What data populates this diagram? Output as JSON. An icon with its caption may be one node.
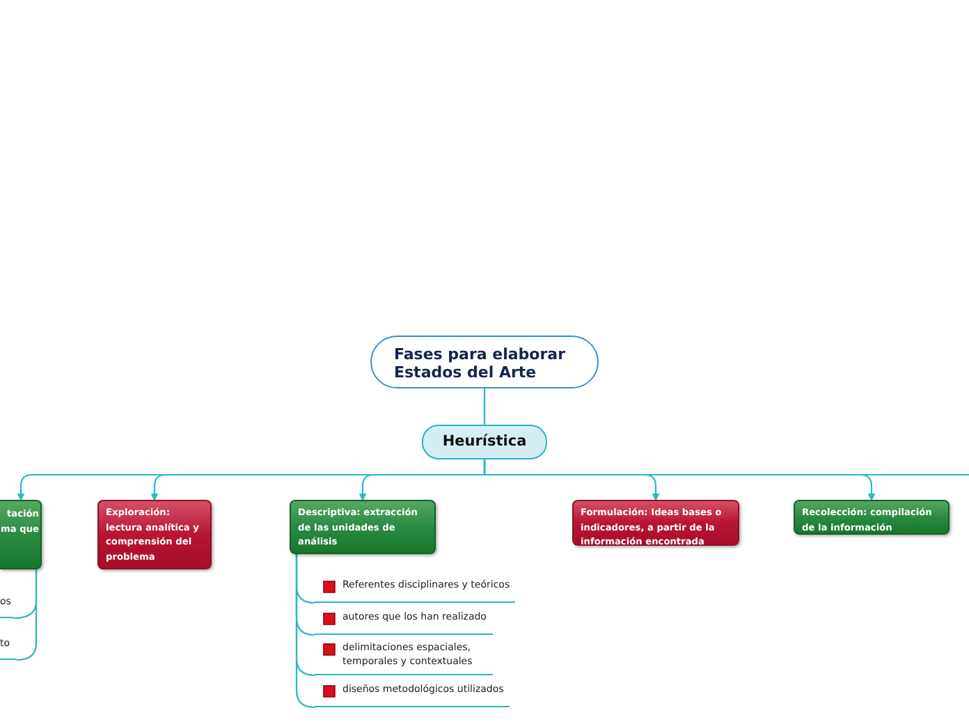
{
  "diagram": {
    "nodes": [
      {
        "text": [
          "Fases para elaborar Estados del Arte"
        ]
      },
      {
        "text": [
          "Heurística"
        ]
      },
      {
        "text": [
          "tación ma que"
        ]
      },
      {
        "text": [
          "Exploración: lectura analítica y comprensión del problema"
        ]
      },
      {
        "text": [
          "Descriptiva: extracción de las unidades de análisis"
        ]
      },
      {
        "text": [
          "Formulación: Ideas bases o indicadores, a partir de la información encontrada"
        ]
      },
      {
        "text": [
          "Recolección: compilación de la información"
        ]
      },
      {
        "text": [
          "Referentes disciplinares y teóricos"
        ]
      },
      {
        "text": [
          "autores que los han realizado"
        ]
      },
      {
        "text": [
          "delimitaciones espaciales, temporales y contextuales"
        ]
      },
      {
        "text": [
          "diseños metodológicos utilizados"
        ]
      },
      {
        "text": [
          "os"
        ]
      },
      {
        "text": [
          "to"
        ]
      }
    ],
    "edges": [
      {
        "from": 0,
        "to": 1,
        "arrow": "none"
      },
      {
        "from": 1,
        "to": 2,
        "arrow": "to"
      },
      {
        "from": 1,
        "to": 3,
        "arrow": "to"
      },
      {
        "from": 1,
        "to": 4,
        "arrow": "to"
      },
      {
        "from": 1,
        "to": 5,
        "arrow": "to"
      },
      {
        "from": 1,
        "to": 6,
        "arrow": "to"
      },
      {
        "from": 1,
        "to": null,
        "arrow": "none"
      },
      {
        "from": 4,
        "to": 7,
        "arrow": "none"
      },
      {
        "from": 4,
        "to": 8,
        "arrow": "none"
      },
      {
        "from": 4,
        "to": 9,
        "arrow": "none"
      },
      {
        "from": 4,
        "to": 10,
        "arrow": "none"
      },
      {
        "from": 2,
        "to": 11,
        "arrow": "none"
      },
      {
        "from": 2,
        "to": 12,
        "arrow": "none"
      }
    ]
  }
}
